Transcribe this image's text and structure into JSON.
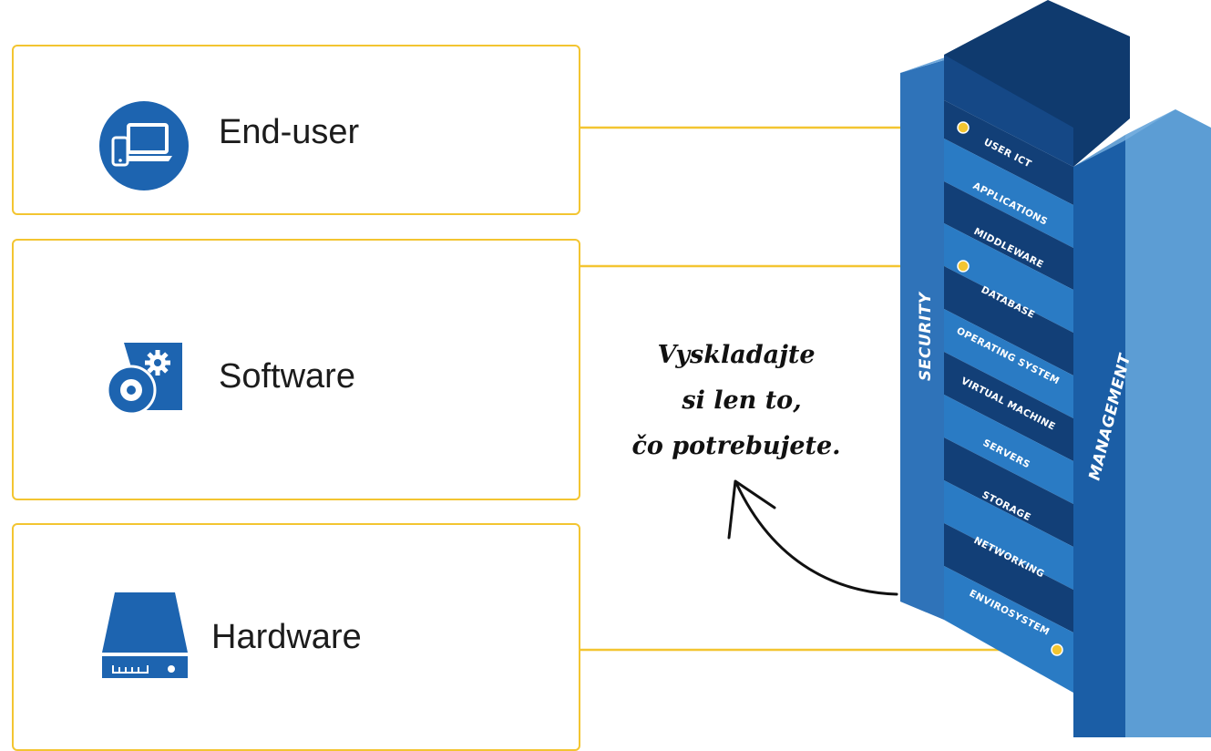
{
  "colors": {
    "accent": "#f3c531",
    "blue_dark": "#123f77",
    "blue_mid": "#1d64b0",
    "blue_light": "#3a86c8"
  },
  "cards": [
    {
      "label": "End-user",
      "icon": "laptop-phone-icon"
    },
    {
      "label": "Software",
      "icon": "software-disc-gear-icon"
    },
    {
      "label": "Hardware",
      "icon": "hard-drive-icon"
    }
  ],
  "handwriting": {
    "line1": "Vyskladajte",
    "line2": "si len to,",
    "line3": "čo potrebujete."
  },
  "stack": {
    "left_pillar": "SECURITY",
    "right_pillar": "MANAGEMENT",
    "layers": [
      "USER ICT",
      "APPLICATIONS",
      "MIDDLEWARE",
      "DATABASE",
      "OPERATING SYSTEM",
      "VIRTUAL MACHINE",
      "SERVERS",
      "STORAGE",
      "NETWORKING",
      "ENVIROSYSTEM"
    ]
  }
}
